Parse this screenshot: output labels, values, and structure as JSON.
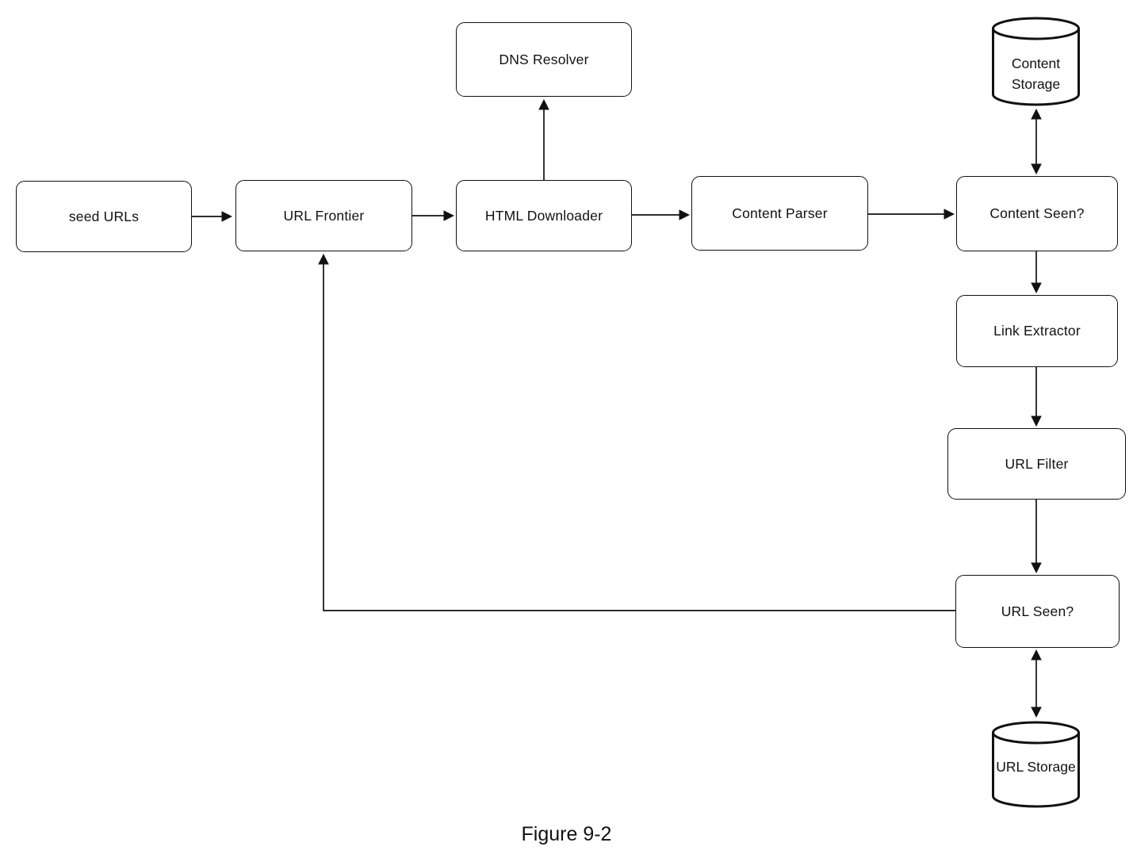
{
  "figure": {
    "caption": "Figure 9-2"
  },
  "nodes": {
    "seed_urls": {
      "label": "seed URLs"
    },
    "url_frontier": {
      "label": "URL Frontier"
    },
    "html_downloader": {
      "label": "HTML Downloader"
    },
    "dns_resolver": {
      "label": "DNS Resolver"
    },
    "content_parser": {
      "label": "Content Parser"
    },
    "content_seen": {
      "label": "Content Seen?"
    },
    "content_storage": {
      "label": "Content Storage"
    },
    "link_extractor": {
      "label": "Link Extractor"
    },
    "url_filter": {
      "label": "URL Filter"
    },
    "url_seen": {
      "label": "URL Seen?"
    },
    "url_storage": {
      "label": "URL Storage"
    }
  },
  "edges": [
    {
      "from": "seed_urls",
      "to": "url_frontier",
      "bidirectional": false
    },
    {
      "from": "url_frontier",
      "to": "html_downloader",
      "bidirectional": false
    },
    {
      "from": "html_downloader",
      "to": "dns_resolver",
      "bidirectional": false
    },
    {
      "from": "html_downloader",
      "to": "content_parser",
      "bidirectional": false
    },
    {
      "from": "content_parser",
      "to": "content_seen",
      "bidirectional": false
    },
    {
      "from": "content_seen",
      "to": "content_storage",
      "bidirectional": true
    },
    {
      "from": "content_seen",
      "to": "link_extractor",
      "bidirectional": false
    },
    {
      "from": "link_extractor",
      "to": "url_filter",
      "bidirectional": false
    },
    {
      "from": "url_filter",
      "to": "url_seen",
      "bidirectional": false
    },
    {
      "from": "url_seen",
      "to": "url_storage",
      "bidirectional": true
    },
    {
      "from": "url_seen",
      "to": "url_frontier",
      "bidirectional": false
    }
  ]
}
